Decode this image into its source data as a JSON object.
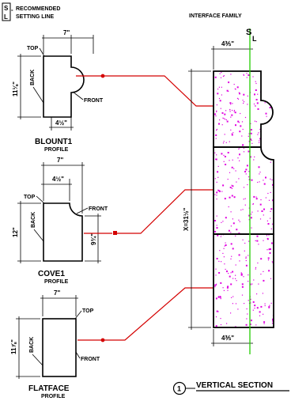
{
  "legend": {
    "symbol_top": "S",
    "symbol_bottom": "L",
    "dash": "-",
    "line1": "RECOMMENDED",
    "line2": "SETTING LINE"
  },
  "header": {
    "title": "INTERFACE FAMILY"
  },
  "centerline": {
    "symbol_top": "S",
    "symbol_bottom": "L"
  },
  "profiles": {
    "blount": {
      "name": "BLOUNT1",
      "sub": "PROFILE",
      "top": "TOP",
      "back": "BACK",
      "front": "FRONT",
      "width": "7\"",
      "height": "11⅛\"",
      "base": "4½\""
    },
    "cove": {
      "name": "COVE1",
      "sub": "PROFILE",
      "top": "TOP",
      "back": "BACK",
      "front": "FRONT",
      "width": "7\"",
      "inner": "4½\"",
      "height": "12\"",
      "right": "9¾\""
    },
    "flat": {
      "name": "FLATFACE",
      "sub": "PROFILE",
      "top": "TOP",
      "back": "BACK",
      "front": "FRONT",
      "width": "7\"",
      "height": "11⅞\""
    }
  },
  "section": {
    "top_dim": "4⅗\"",
    "bottom_dim": "4⅗\"",
    "side_dim": "X=31½\"",
    "title": "VERTICAL SECTION",
    "number": "1"
  },
  "colors": {
    "line": "#000000",
    "leader": "#d40000",
    "centerline": "#22cc00",
    "speckle": "#e000e0"
  }
}
